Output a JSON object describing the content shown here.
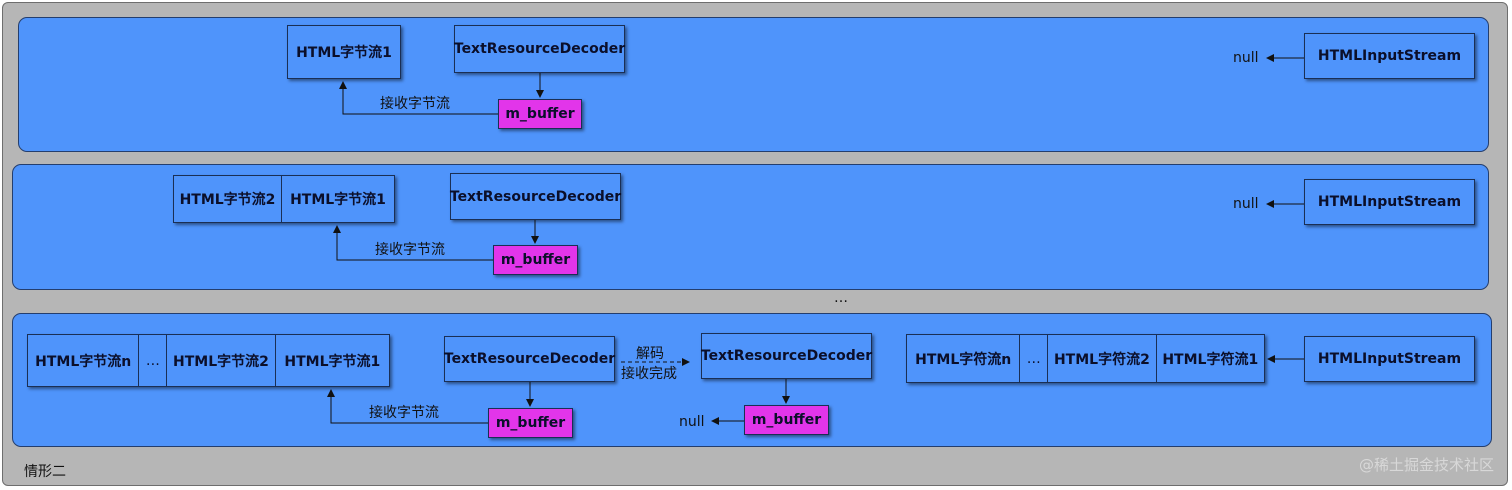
{
  "rows": [
    {
      "html_bytes": [
        "HTML字节流1"
      ],
      "decoder": "TextResourceDecoder",
      "buffer": "m_buffer",
      "receive_label": "接收字节流",
      "null_label": "null",
      "input_stream": "HTMLInputStream"
    },
    {
      "html_bytes": [
        "HTML字节流2",
        "HTML字节流1"
      ],
      "decoder": "TextResourceDecoder",
      "buffer": "m_buffer",
      "receive_label": "接收字节流",
      "null_label": "null",
      "input_stream": "HTMLInputStream"
    },
    {
      "html_bytes": [
        "HTML字节流n",
        "…",
        "HTML字节流2",
        "HTML字节流1"
      ],
      "decoder": "TextResourceDecoder",
      "buffer": "m_buffer",
      "receive_label": "接收字节流",
      "decode_label_1": "解码",
      "decode_label_2": "接收完成",
      "decoder2": "TextResourceDecoder",
      "buffer2": "m_buffer",
      "null_label": "null",
      "html_chars": [
        "HTML字符流n",
        "…",
        "HTML字符流2",
        "HTML字符流1"
      ],
      "input_stream": "HTMLInputStream"
    }
  ],
  "ellipsis": "…",
  "caption": "情形二",
  "watermark": "@稀土掘金技术社区",
  "colors": {
    "panel": "#4f94fb",
    "buffer": "#e235ea",
    "frame": "#b6b6b6"
  }
}
